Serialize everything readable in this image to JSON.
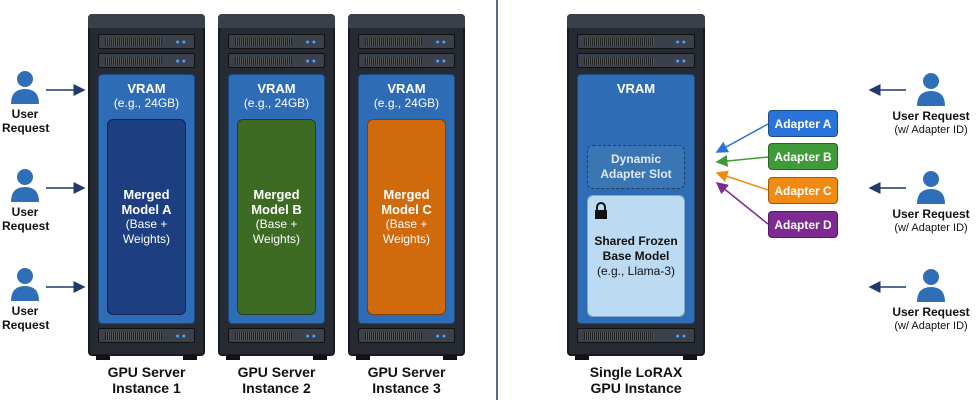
{
  "left": {
    "users": [
      {
        "label": "User Request"
      },
      {
        "label": "User Request"
      },
      {
        "label": "User Request"
      }
    ],
    "servers": [
      {
        "vram": "VRAM",
        "vram_size": "(e.g., 24GB)",
        "model_l1": "Merged",
        "model_l2": "Model A",
        "model_l3": "(Base +",
        "model_l4": "Weights)",
        "label_l1": "GPU Server",
        "label_l2": "Instance 1",
        "color": "#1d3f82"
      },
      {
        "vram": "VRAM",
        "vram_size": "(e.g., 24GB)",
        "model_l1": "Merged",
        "model_l2": "Model B",
        "model_l3": "(Base +",
        "model_l4": "Weights)",
        "label_l1": "GPU Server",
        "label_l2": "Instance 2",
        "color": "#3e6b24"
      },
      {
        "vram": "VRAM",
        "vram_size": "(e.g., 24GB)",
        "model_l1": "Merged",
        "model_l2": "Model C",
        "model_l3": "(Base +",
        "model_l4": "Weights)",
        "label_l1": "GPU Server",
        "label_l2": "Instance 3",
        "color": "#d06a0c"
      }
    ]
  },
  "right": {
    "server": {
      "vram": "VRAM",
      "slot_l1": "Dynamic",
      "slot_l2": "Adapter Slot",
      "base_l1": "Shared Frozen",
      "base_l2": "Base Model",
      "base_l3": "(e.g., Llama-3)",
      "label_l1": "Single LoRAX",
      "label_l2": "GPU Instance"
    },
    "adapters": [
      {
        "label": "Adapter A",
        "color": "#2a73d8"
      },
      {
        "label": "Adapter B",
        "color": "#3f9a39"
      },
      {
        "label": "Adapter C",
        "color": "#f08a12"
      },
      {
        "label": "Adapter D",
        "color": "#7d2a92"
      }
    ],
    "users": [
      {
        "label": "User Request",
        "sub": "(w/ Adapter ID)"
      },
      {
        "label": "User Request",
        "sub": "(w/ Adapter ID)"
      },
      {
        "label": "User Request",
        "sub": "(w/ Adapter ID)"
      }
    ]
  }
}
